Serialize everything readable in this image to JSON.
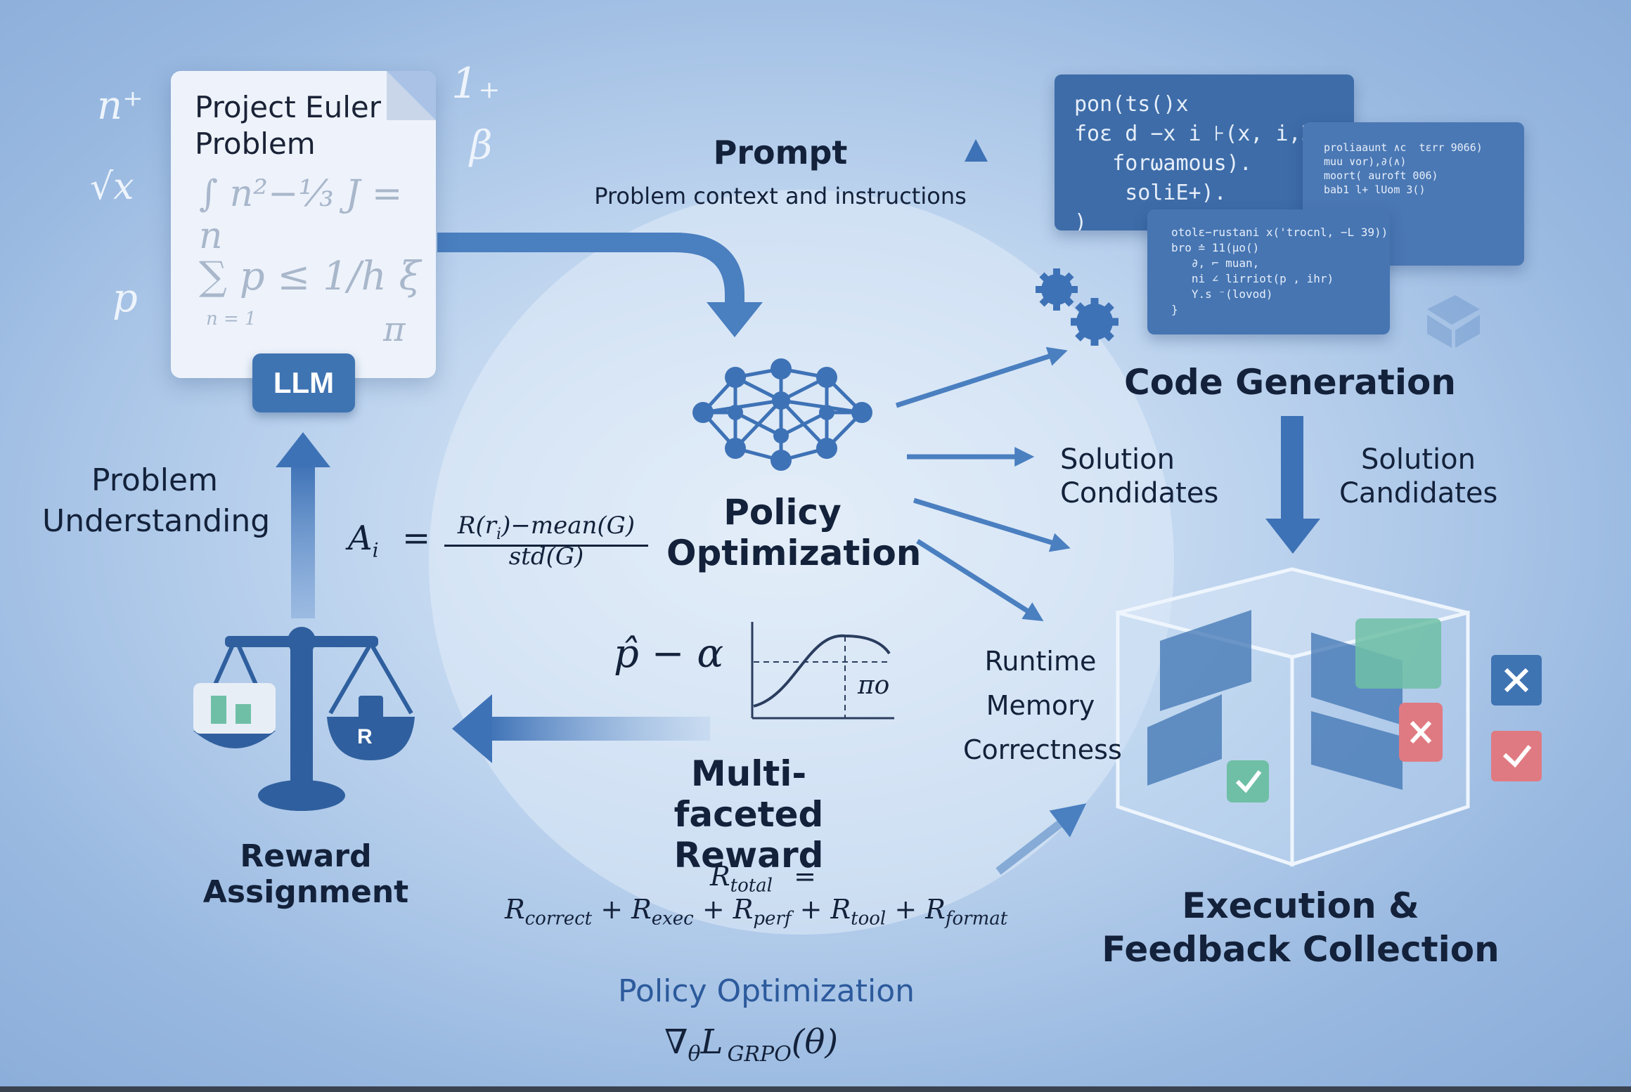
{
  "document": {
    "title": "Project Euler Problem",
    "formula_1": "∫ n²−⅓ J = n",
    "formula_2": "∑ p ≤ 1/h ξ",
    "formula_3": "n = 1",
    "formula_4": "π",
    "badge": "LLM"
  },
  "decor_symbols": [
    "n⁺",
    "√x",
    "p",
    "1₊",
    "β"
  ],
  "prompt": {
    "title": "Prompt",
    "subtitle": "Problem context and instructions"
  },
  "code_panels": {
    "panel_1": "pon(ts()x\nfoε d −x i ⊦(x, i,3):\n   forωamous).\n    soliΕ+).\n)",
    "panel_2": "proliaaunt ∧c  tεrr 9066)\nmuu ∨or),∂(∧)\nmoort( auroft 006)\nbab1 l+ lUom 3()",
    "panel_3": "otolε−rustani x('trocnl, −L 39))\nbro ≐ 11(µo()\n   ∂, ⌐ muan,\n   ni ∠ lirriot(p , ihr)\n   Y.s ⁻(lovod)\n}"
  },
  "code_generation": {
    "title": "Code Generation"
  },
  "solution_candidates_left": "Solution Condidates",
  "solution_candidates_right": "Solution Candidates",
  "policy": {
    "title": "Policy Optimization"
  },
  "advantage_formula": {
    "lhs": "A",
    "lhs_sub": "i",
    "equals": "=",
    "numerator": "R(r",
    "numerator_sub": "i",
    "numerator_rest": ")−mean(G)",
    "denominator": "std(G)"
  },
  "problem_understanding": "Problem Understanding",
  "reward_assignment": {
    "title": "Reward Assignment",
    "r_label": "R"
  },
  "reward_curve": {
    "label": "p̂ − α",
    "pi_label": "πo"
  },
  "metrics": [
    "Runtime",
    "Memory",
    "Correctness"
  ],
  "multi_reward": {
    "title": "Multi-faceted Reward"
  },
  "total_formula": {
    "lhs": "R",
    "lhs_sub": "total",
    "equals": "=",
    "terms": [
      {
        "sym": "R",
        "sub": "correct"
      },
      {
        "sym": "R",
        "sub": "exec"
      },
      {
        "sym": "R",
        "sub": "perf"
      },
      {
        "sym": "R",
        "sub": "tool"
      },
      {
        "sym": "R",
        "sub": "format"
      }
    ],
    "plus": "+"
  },
  "bottom": {
    "title": "Policy Optimization",
    "grad": "∇",
    "grad_sub": "θ",
    "loss": "L",
    "loss_sub": "GRPO",
    "loss_arg": "(θ)"
  },
  "execution": {
    "title": "Execution & Feedback Collection"
  },
  "colors": {
    "accent": "#3f74b3",
    "check_green": "#6fbfa6",
    "cross_red": "#e07a82",
    "text_dark": "#13213a"
  }
}
